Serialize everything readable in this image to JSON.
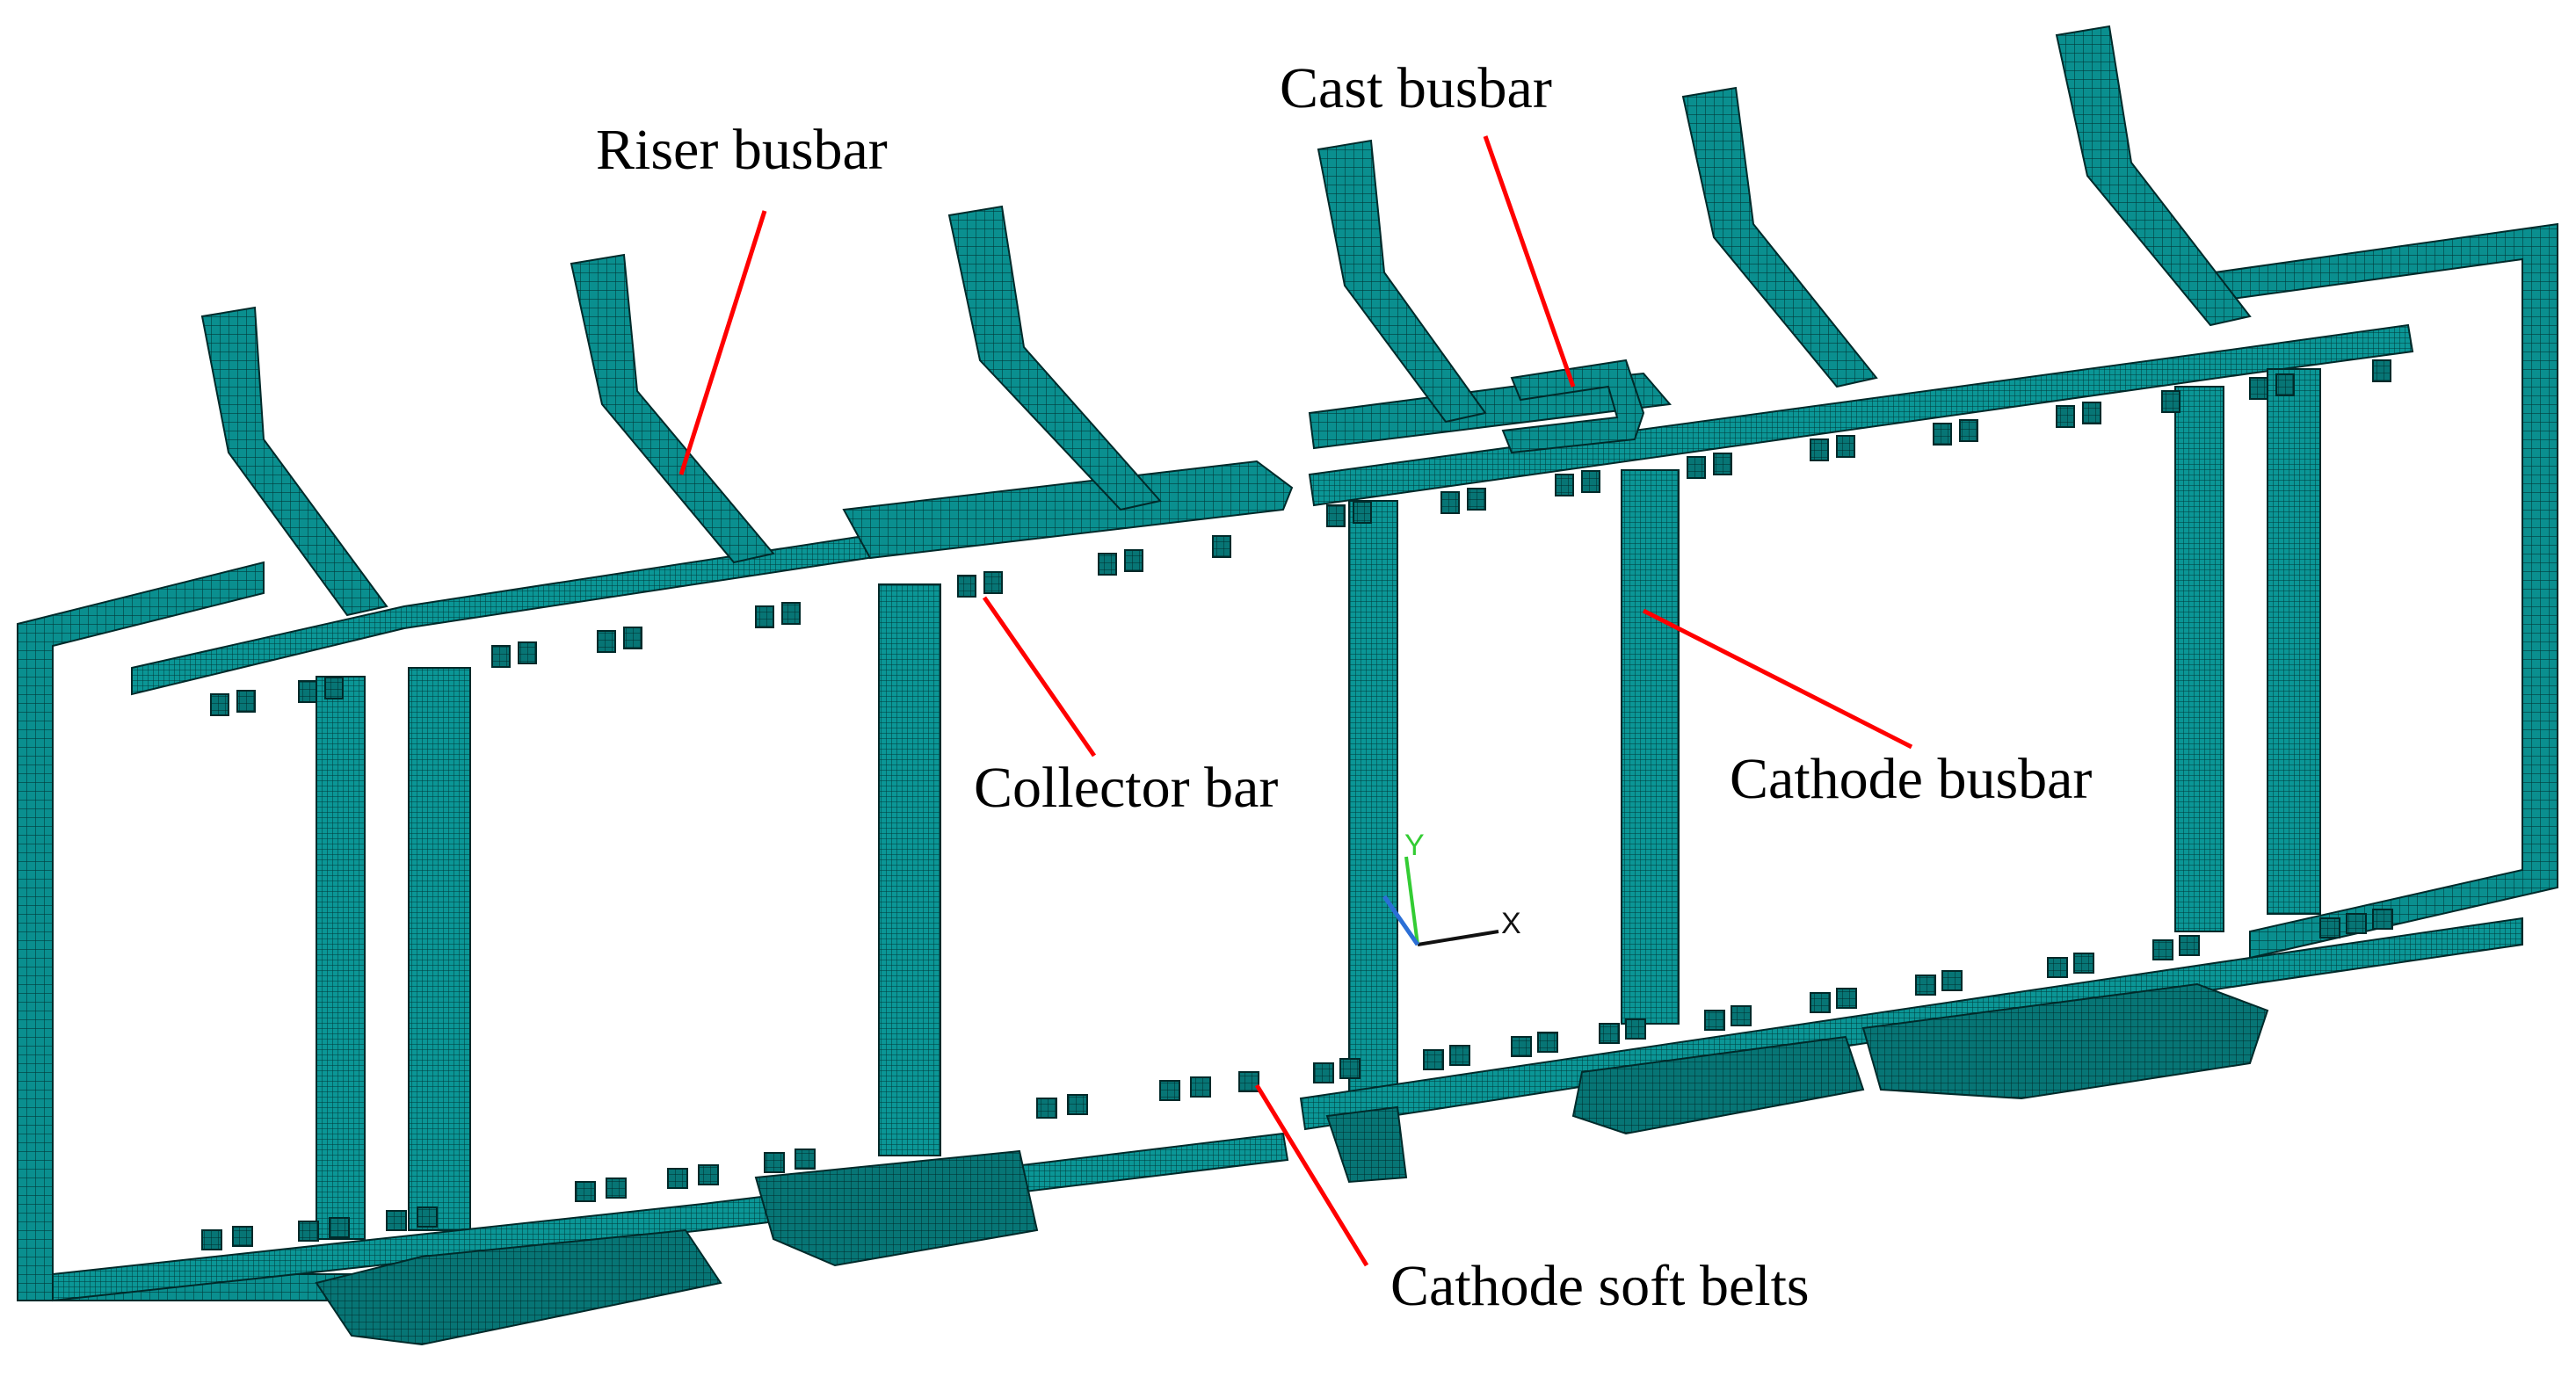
{
  "labels": {
    "riser": "Riser busbar",
    "cast": "Cast busbar",
    "collector": "Collector bar",
    "cathode_busbar": "Cathode busbar",
    "soft_belts": "Cathode soft belts"
  },
  "axes": {
    "y": "Y",
    "x": "X"
  },
  "colors": {
    "mesh_fill": "#0a8f8f",
    "mesh_light": "#12a3a3",
    "mesh_dark": "#066b6b",
    "mesh_line": "#022e2e",
    "leader": "#ff0000",
    "axis_y": "#33cc33",
    "axis_x": "#111111",
    "axis_z": "#2b6fd6"
  }
}
